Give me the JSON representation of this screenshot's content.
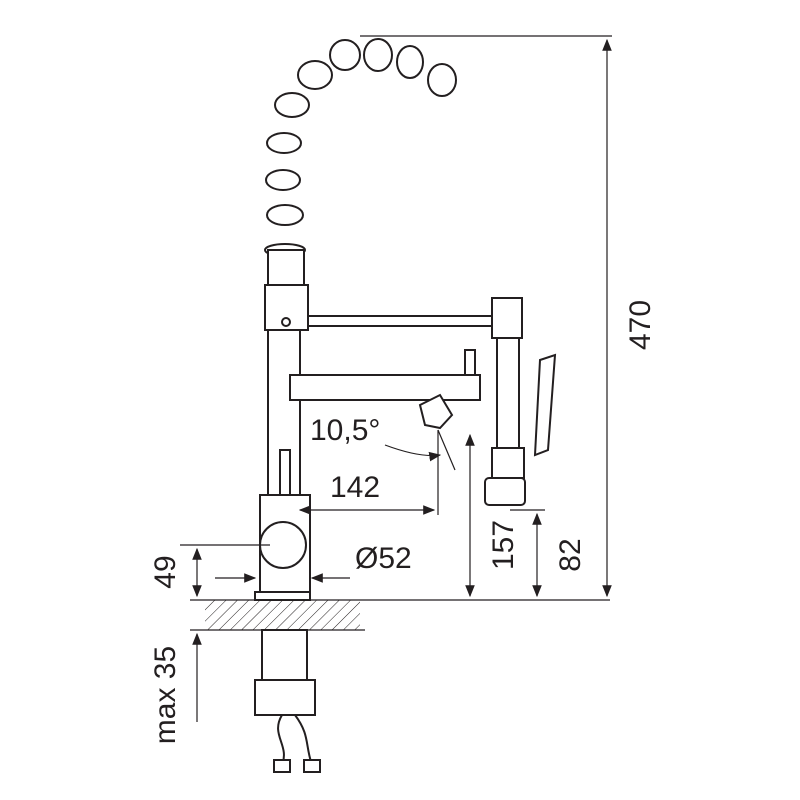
{
  "drawing": {
    "title": "Faucet dimension drawing",
    "dimensions": {
      "total_height": "470",
      "spray_angle": "10,5°",
      "reach": "142",
      "body_diameter": "Ø52",
      "spout_height": "157",
      "sprayer_height": "82",
      "base_height": "49",
      "max_counter_thickness": "max 35"
    }
  },
  "colors": {
    "line": "#231f20",
    "background": "#ffffff"
  }
}
